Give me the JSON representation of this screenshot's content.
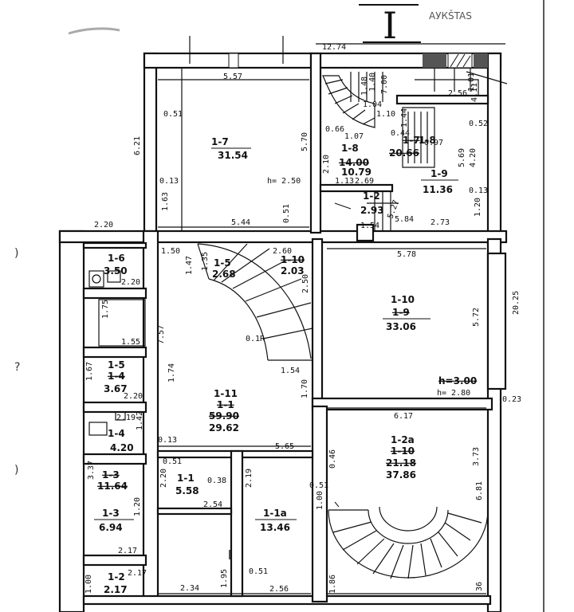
{
  "header": {
    "floor_numeral": "I",
    "annotation": "АУКŠTAS"
  },
  "side_marks": {
    "mark_1": ")",
    "mark_2": "?",
    "mark_3": ")"
  },
  "rooms": {
    "r17": {
      "id": "1-7",
      "area": "31.54",
      "height": "h= 2.50"
    },
    "r18": {
      "id": "1-8",
      "area_old": "14.00",
      "area": "10.79"
    },
    "r17b": {
      "id_old": "1-7",
      "id": "1-8",
      "area_old": "20.66"
    },
    "r19": {
      "id": "1-9",
      "area": "11.36"
    },
    "r12b": {
      "id": "1-2",
      "area": "2.93"
    },
    "r16": {
      "id": "1-6",
      "area": "3.50"
    },
    "r15": {
      "id": "1-5",
      "area": "2.68"
    },
    "r110a": {
      "id_old": "1-10",
      "area": "2.03"
    },
    "r110": {
      "id": "1-10",
      "id_old": "1-9",
      "area": "33.06",
      "height_old": "h=3.00",
      "height": "h= 2.80"
    },
    "r15s": {
      "id": "1-5",
      "id_old": "1-4",
      "area": "3.67"
    },
    "r111": {
      "id": "1-11",
      "id_old": "1-1",
      "area_old": "59.90",
      "area": "29.62"
    },
    "r14": {
      "id": "1-4",
      "area": "4.20"
    },
    "r13": {
      "id_old": "1-3",
      "area_old": "11.64",
      "id": "1-3",
      "area": "6.94"
    },
    "r11": {
      "id": "1-1",
      "area": "5.58"
    },
    "r11a": {
      "id": "1-1a",
      "area": "13.46"
    },
    "r12": {
      "id": "1-2",
      "area": "2.17"
    },
    "r12a": {
      "id": "1-2a",
      "id_old": "1-10",
      "area_old": "21.18",
      "area": "37.86"
    }
  },
  "dimensions": {
    "top_total": "12.74",
    "top_left": "5.57",
    "left_217": "6.21",
    "d051a": "0.51",
    "d570": "5.70",
    "d013a": "0.13",
    "d163": "1.63",
    "d544": "5.44",
    "d051b": "0.51",
    "d220": "2.20",
    "d140": "1.40",
    "d700": "7.00",
    "d104": "1.04",
    "d110": "1.10",
    "d144": "1.44",
    "d101": "1.01",
    "d256": "2.56",
    "d052": "0.52",
    "d066": "0.66",
    "d107": "1.07",
    "d044": "0.44",
    "d097": "0.97",
    "d210": "2.10",
    "d269": "2.69",
    "d113": "1.13",
    "d527": "5.27",
    "d569": "5.69",
    "d420": "4.20",
    "d013b": "0.13",
    "d120a": "1.20",
    "d273": "2.73",
    "d154a": "1.54",
    "d584": "5.84",
    "d150": "1.50",
    "d147": "1.47",
    "d135": "1.35",
    "d260": "2.60",
    "d250": "2.50",
    "d578": "5.78",
    "d472": "5.72",
    "d2025": "20.25",
    "d220b": "2.20",
    "d175": "1.75",
    "d155": "1.55",
    "d757": "7.57",
    "d01r": "0.1R",
    "d154b": "1.54",
    "d174": "1.74",
    "d170": "1.70",
    "d023": "0.23",
    "d167": "1.67",
    "d220c": "2.20",
    "d617": "6.17",
    "d219": "2.19",
    "d142": "1.42",
    "d013c": "0.13",
    "d565": "5.65",
    "d046": "0.46",
    "d337": "3.37",
    "d051c": "0.51",
    "d220d": "2.20",
    "d038": "0.38",
    "d254": "2.54",
    "d219b": "2.19",
    "d100": "1.00",
    "d120b": "1.20",
    "d681": "6.81",
    "d217": "2.17",
    "d195": "1.95",
    "d051d": "0.51",
    "d100b": "1.00",
    "d234": "2.34",
    "d256b": "2.56",
    "d186": "1.86",
    "d36": "36",
    "d373": "3.73",
    "d148": "1.48",
    "d411": "4.11",
    "d217b": "2.17"
  }
}
